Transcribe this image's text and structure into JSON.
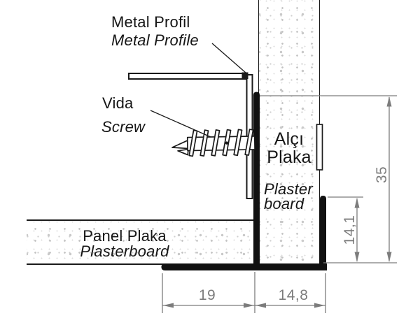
{
  "diagram": {
    "title_context": "drywall shadow-gap metal profile detail",
    "labels": {
      "metal_profile_tr": "Metal Profil",
      "metal_profile_en": "Metal Profile",
      "screw_tr": "Vida",
      "screw_en": "Screw",
      "wall_board_tr_line1": "Alçı",
      "wall_board_tr_line2": "Plaka",
      "wall_board_en_line1": "Plaster",
      "wall_board_en_line2": "board",
      "ceiling_board_tr": "Panel Plaka",
      "ceiling_board_en": "Plasterboard"
    },
    "dimensions": {
      "height_total_mm": "35",
      "height_inner_mm": "14,1",
      "width_left_mm": "19",
      "width_right_mm": "14,8"
    },
    "colors": {
      "line": "#1a1a1a",
      "dimension": "#7c7c7c",
      "speckle": "#c6c6c6",
      "background": "#ffffff"
    },
    "icons": {
      "screw_drawing": "fastener screw side view",
      "dimension_arrows": "filled triangle arrowheads"
    }
  }
}
